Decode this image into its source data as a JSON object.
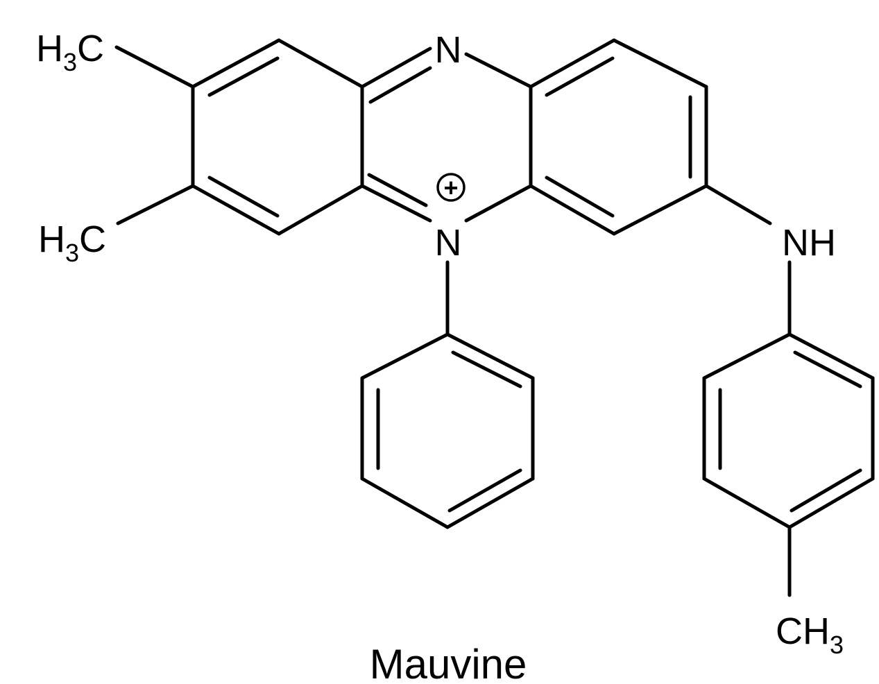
{
  "molecule": {
    "name": "Mauvine",
    "labels": {
      "methyl_top": {
        "main": "H",
        "sub": "3",
        "tail": "C"
      },
      "methyl_mid": {
        "main": "H",
        "sub": "3",
        "tail": "C"
      },
      "ring_n_top": "N",
      "ring_n_charged": "N",
      "charge": "+",
      "amine": "NH",
      "methyl_bottom": {
        "main": "CH",
        "sub": "3"
      }
    }
  }
}
